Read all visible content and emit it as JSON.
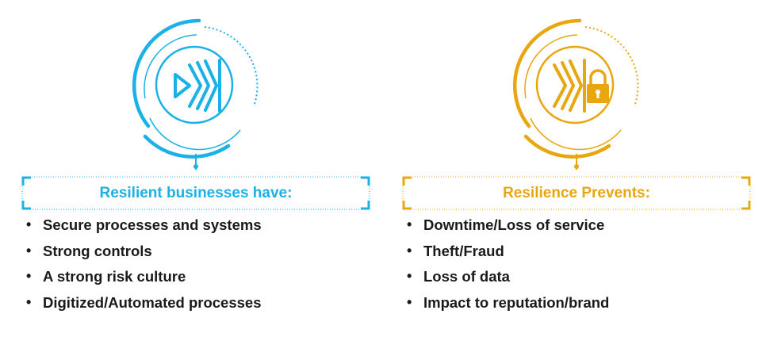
{
  "colors": {
    "blue": "#1bb1e7",
    "gold": "#e8a60f",
    "text": "#1a1a1a"
  },
  "left": {
    "icon": "fast-forward-play-icon",
    "title": "Resilient businesses have:",
    "items": [
      "Secure processes and systems",
      "Strong controls",
      "A strong risk culture",
      "Digitized/Automated processes"
    ]
  },
  "right": {
    "icon": "fast-forward-lock-icon",
    "title": "Resilience Prevents:",
    "items": [
      "Downtime/Loss of service",
      "Theft/Fraud",
      "Loss of data",
      "Impact to reputation/brand"
    ]
  }
}
